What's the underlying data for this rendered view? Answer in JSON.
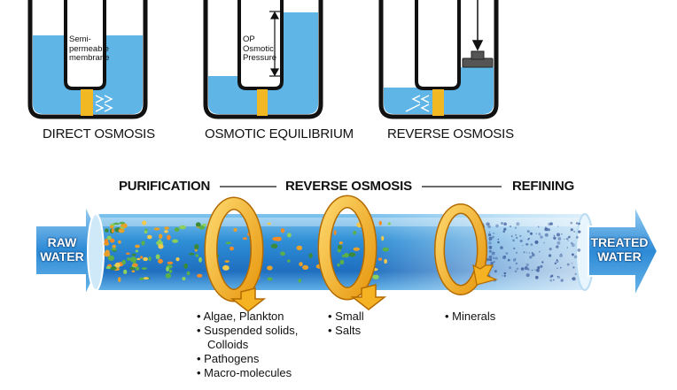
{
  "diagrams": {
    "direct": {
      "caption": "DIRECT OSMOSIS",
      "membrane_label": [
        "Semi-",
        "permeable",
        "membrane"
      ]
    },
    "equilibrium": {
      "caption": "OSMOTIC EQUILIBRIUM",
      "pressure_label": [
        "OP",
        "Osmotic",
        "Pressure"
      ]
    },
    "reverse": {
      "caption": "REVERSE OSMOSIS"
    }
  },
  "process": {
    "stages": {
      "purification": "PURIFICATION",
      "reverse_osmosis": "REVERSE OSMOSIS",
      "refining": "REFINING"
    },
    "inlet": [
      "RAW",
      "WATER"
    ],
    "outlet": [
      "TREATED",
      "WATER"
    ],
    "removed": {
      "purification": [
        {
          "text": "Algae, Plankton",
          "bullet": true
        },
        {
          "text": "Suspended solids,",
          "bullet": true
        },
        {
          "text": "Colloids",
          "bullet": false
        },
        {
          "text": "Pathogens",
          "bullet": true
        },
        {
          "text": "Macro-molecules",
          "bullet": true
        }
      ],
      "reverse_osmosis": [
        {
          "text": "Small",
          "bullet": true
        },
        {
          "text": "Salts",
          "bullet": true
        }
      ],
      "refining": [
        {
          "text": "Minerals",
          "bullet": true
        }
      ]
    }
  },
  "colors": {
    "water": "#4aa3de",
    "water_light": "#bfe0f5",
    "membrane": "#f2b824",
    "arrow_blue": "#1f7fd0",
    "swirl": "#f5b324"
  },
  "icons": [
    "piston-icon",
    "down-arrow-icon",
    "swirl-arrow-icon",
    "inlet-arrow-icon",
    "outlet-arrow-icon"
  ]
}
